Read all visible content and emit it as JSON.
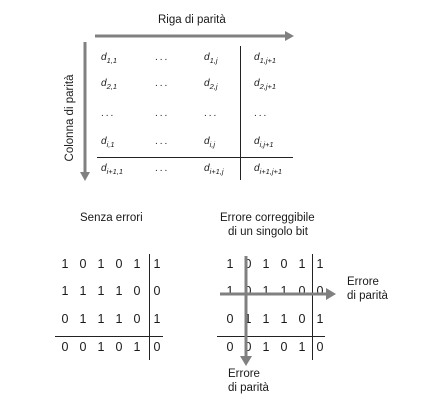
{
  "top": {
    "row_parity_label": "Riga di parità",
    "col_parity_label": "Colonna di parità",
    "matrix": [
      [
        {
          "b": "d",
          "s": "1,1"
        },
        {
          "dots": "..."
        },
        {
          "b": "d",
          "s": "1,j"
        },
        {
          "b": "d",
          "s": "1,j+1"
        }
      ],
      [
        {
          "b": "d",
          "s": "2,1"
        },
        {
          "dots": "..."
        },
        {
          "b": "d",
          "s": "2,j"
        },
        {
          "b": "d",
          "s": "2,j+1"
        }
      ],
      [
        {
          "dots": "..."
        },
        {
          "dots": "..."
        },
        {
          "dots": "..."
        },
        {
          "dots": "..."
        }
      ],
      [
        {
          "b": "d",
          "s": "i,1"
        },
        {
          "dots": "..."
        },
        {
          "b": "d",
          "s": "i,j"
        },
        {
          "b": "d",
          "s": "i,j+1"
        }
      ],
      [
        {
          "b": "d",
          "s": "i+1,1"
        },
        {
          "dots": "..."
        },
        {
          "b": "d",
          "s": "i+1,j"
        },
        {
          "b": "d",
          "s": "i+1,j+1"
        }
      ]
    ]
  },
  "left_panel": {
    "title": "Senza errori",
    "bits": [
      [
        "1",
        "0",
        "1",
        "0",
        "1",
        "1"
      ],
      [
        "1",
        "1",
        "1",
        "1",
        "0",
        "0"
      ],
      [
        "0",
        "1",
        "1",
        "1",
        "0",
        "1"
      ],
      [
        "0",
        "0",
        "1",
        "0",
        "1",
        "0"
      ]
    ]
  },
  "right_panel": {
    "title_line1": "Errore correggibile",
    "title_line2": "di un singolo bit",
    "bits": [
      [
        "1",
        "0",
        "1",
        "0",
        "1",
        "1"
      ],
      [
        "1",
        "0",
        "1",
        "1",
        "0",
        "0"
      ],
      [
        "0",
        "1",
        "1",
        "1",
        "0",
        "1"
      ],
      [
        "0",
        "0",
        "1",
        "0",
        "1",
        "0"
      ]
    ],
    "row_error_label_1": "Errore",
    "row_error_label_2": "di parità",
    "col_error_label_1": "Errore",
    "col_error_label_2": "di parità"
  },
  "colors": {
    "text": "#1a1a1a",
    "arrow": "#808080",
    "line": "#222222"
  }
}
